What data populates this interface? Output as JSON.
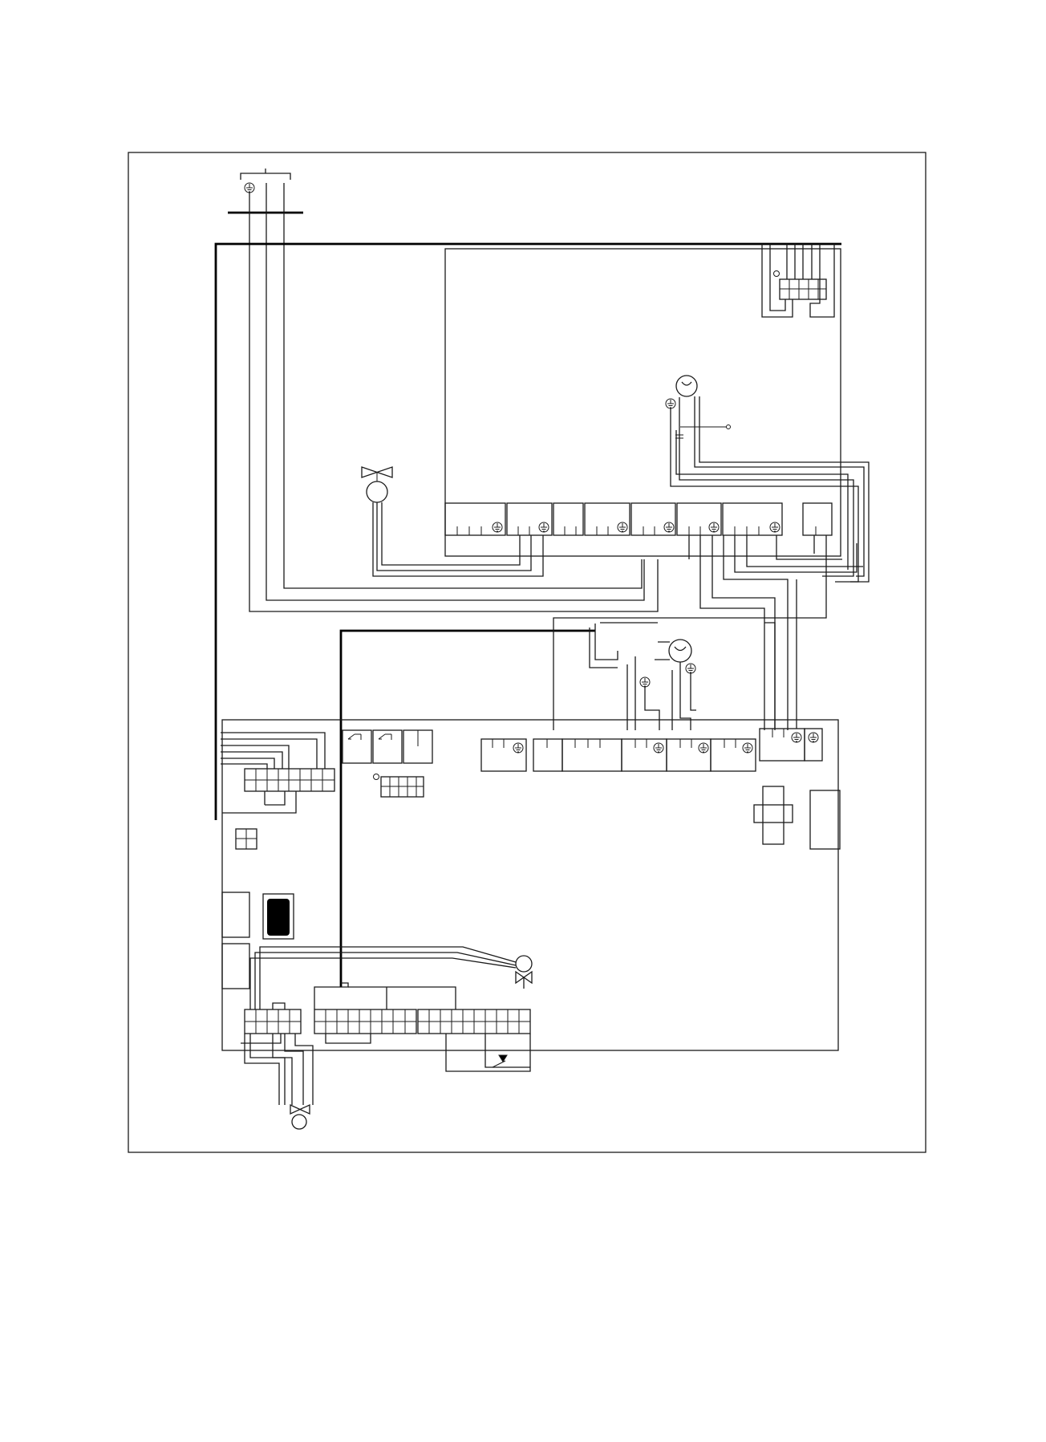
{
  "diagram": {
    "type": "electrical-wiring-schematic",
    "text_labels": [],
    "colors": {
      "line": "#1a1a1a",
      "background": "#ffffff"
    },
    "components": [
      {
        "name": "mains-supply-terminal",
        "icon": "ground-icon"
      },
      {
        "name": "fan-motor",
        "icon": "motor-icon"
      },
      {
        "name": "pump-motor",
        "icon": "motor-icon"
      },
      {
        "name": "upper-valve",
        "icon": "valve-icon"
      },
      {
        "name": "lower-three-way-valve",
        "icon": "valve-icon"
      },
      {
        "name": "bottom-valve",
        "icon": "valve-icon"
      },
      {
        "name": "upper-control-board",
        "icon": "board"
      },
      {
        "name": "main-control-board",
        "icon": "board"
      },
      {
        "name": "transformer",
        "icon": "transformer-icon"
      },
      {
        "name": "display-connector",
        "icon": "connector-icon"
      },
      {
        "name": "thermostat-switch",
        "icon": "switch-icon"
      }
    ]
  }
}
